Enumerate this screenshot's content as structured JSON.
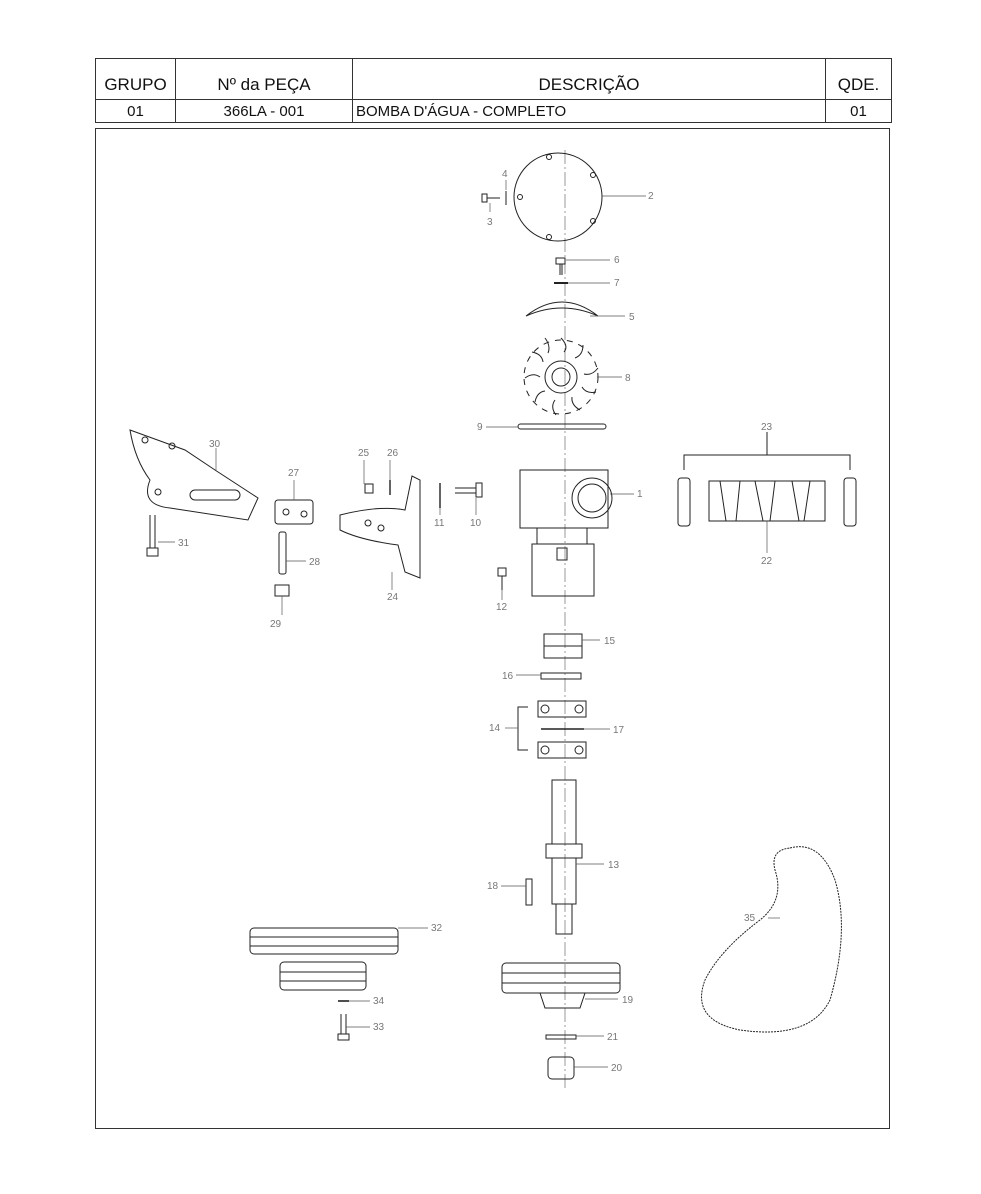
{
  "header": {
    "col_group": "GRUPO",
    "col_part_no": "Nº da PEÇA",
    "col_description": "DESCRIÇÃO",
    "col_qty": "QDE.",
    "group": "01",
    "part_no": "366LA - 001",
    "description": "BOMBA D'ÁGUA - COMPLETO",
    "qty": "01"
  },
  "callouts": {
    "p1": "1",
    "p2": "2",
    "p3": "3",
    "p4": "4",
    "p5": "5",
    "p6": "6",
    "p7": "7",
    "p8": "8",
    "p9": "9",
    "p10": "10",
    "p11": "11",
    "p12": "12",
    "p13": "13",
    "p14": "14",
    "p15": "15",
    "p16": "16",
    "p17": "17",
    "p18": "18",
    "p19": "19",
    "p20": "20",
    "p21": "21",
    "p22": "22",
    "p23": "23",
    "p24": "24",
    "p25": "25",
    "p26": "26",
    "p27": "27",
    "p28": "28",
    "p29": "29",
    "p30": "30",
    "p31": "31",
    "p32": "32",
    "p33": "33",
    "p34": "34",
    "p35": "35"
  }
}
